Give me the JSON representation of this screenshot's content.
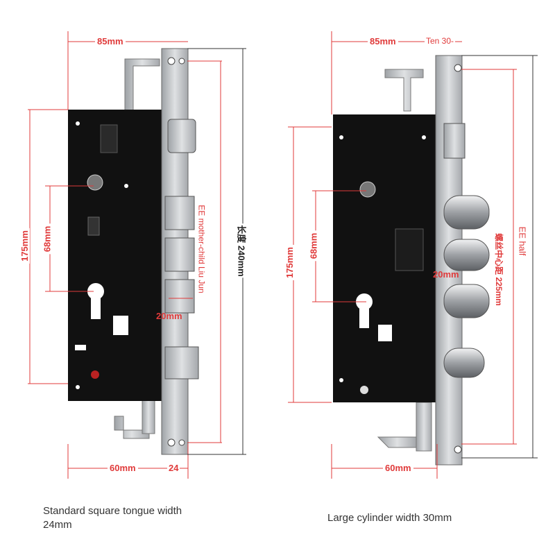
{
  "left_lock": {
    "width_top": "85mm",
    "height_body": "175mm",
    "hole_spacing": "68mm",
    "tongue_width": "20mm",
    "chinese_length": "长度 240mm",
    "side_text": "EE mother-child Liu Jun",
    "backset": "60mm",
    "faceplate": "24",
    "caption_line1": "Standard square tongue width",
    "caption_line2": "24mm"
  },
  "right_lock": {
    "width_top": "85mm",
    "top_note": "Ten 30-",
    "height_body": "175mm",
    "hole_spacing": "68mm",
    "cylinder_width": "20mm",
    "chinese_center": "螺丝中心距 225mm",
    "side_text": "EE half",
    "backset": "60mm",
    "caption": "Large cylinder width 30mm"
  },
  "colors": {
    "dimension_red": "#e03a3a",
    "lock_body": "#111111",
    "steel": "#b9bcc0"
  }
}
